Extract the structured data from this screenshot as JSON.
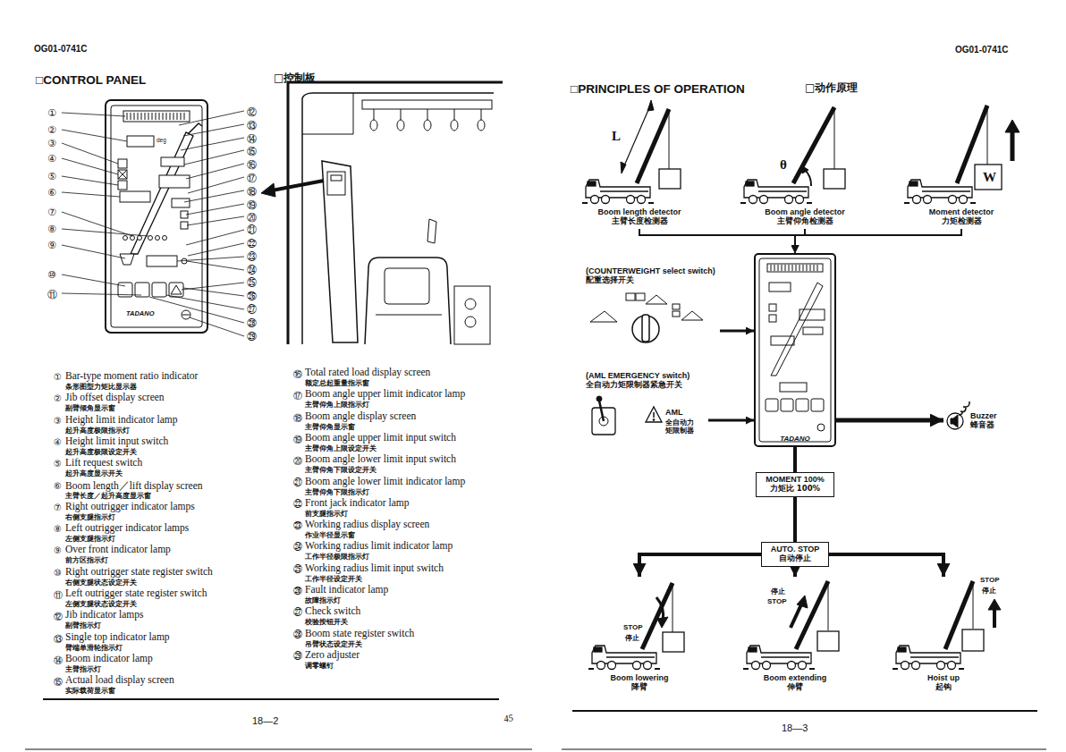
{
  "diagram": {
    "nodes": [
      {
        "text": [
          "Boom length detector",
          "主臂长度检测器"
        ]
      },
      {
        "text": [
          "Boom angle detector",
          "主臂仰角检测器"
        ]
      },
      {
        "text": [
          "Moment detector",
          "力矩检测器"
        ]
      },
      {
        "text": [
          "TADANO"
        ]
      },
      {
        "text": [
          "(COUNTERWEIGHT select switch)",
          "配重选择开关"
        ]
      },
      {
        "text": [
          "(AML EMERGENCY switch)",
          "全自动力矩限制器紧急开关"
        ]
      },
      {
        "text": [
          "Buzzer",
          "蜂音器"
        ]
      },
      {
        "text": [
          "MOMENT 100%",
          "力矩比 100%"
        ]
      },
      {
        "text": [
          "AUTO. STOP",
          "自动停止"
        ]
      },
      {
        "text": [
          "Boom lowering",
          "降臂"
        ]
      },
      {
        "text": [
          "Boom extending",
          "伸臂"
        ]
      },
      {
        "text": [
          "Hoist up",
          "起钩"
        ]
      }
    ],
    "edges": [
      {
        "from": 0,
        "to": 3,
        "arrow": "to"
      },
      {
        "from": 1,
        "to": 3,
        "arrow": "to"
      },
      {
        "from": 2,
        "to": 3,
        "arrow": "to"
      },
      {
        "from": 4,
        "to": 3,
        "arrow": "to"
      },
      {
        "from": 5,
        "to": 3,
        "arrow": "to"
      },
      {
        "from": 3,
        "to": 6,
        "arrow": "to"
      },
      {
        "from": 3,
        "to": 7,
        "arrow": "none"
      },
      {
        "from": 7,
        "to": 8,
        "arrow": "none"
      },
      {
        "from": 8,
        "to": 9,
        "arrow": "to"
      },
      {
        "from": 8,
        "to": 10,
        "arrow": "to"
      },
      {
        "from": 8,
        "to": 11,
        "arrow": "to"
      }
    ],
    "labels": [
      "OG01-0741C",
      "□CONTROL PANEL",
      "□控制板",
      "①",
      "②",
      "③",
      "④",
      "⑤",
      "⑥",
      "⑦",
      "⑧",
      "⑨",
      "⑩",
      "⑪",
      "⑫",
      "⑬",
      "⑭",
      "⑮",
      "⑯",
      "⑰",
      "⑱",
      "⑲",
      "⑳",
      "㉑",
      "㉒",
      "㉓",
      "㉔",
      "㉕",
      "㉖",
      "㉗",
      "㉘",
      "㉙",
      "①",
      "Bar-type moment ratio indicator",
      "条形图型力矩比显示器",
      "②",
      "Jib offset display screen",
      "副臂倾角显示窗",
      "③",
      "Height limit indicator lamp",
      "起升高度极限指示灯",
      "④",
      "Height limit input switch",
      "起升高度极限设定开关",
      "⑤",
      "Lift request switch",
      "起升高度显示开关",
      "⑥",
      "Boom length／lift display screen",
      "主臂长度／起升高度显示窗",
      "⑦",
      "Right outrigger indicator lamps",
      "右侧支腿指示灯",
      "⑧",
      "Left outrigger indicator lamps",
      "左侧支腿指示灯",
      "⑨",
      "Over front indicator lamp",
      "前方区指示灯",
      "⑩",
      "Right outrigger state register switch",
      "右侧支腿状态设定开关",
      "⑪",
      "Left outrigger state register switch",
      "左侧支腿状态设定开关",
      "⑫",
      "Jib indicator lamps",
      "副臂指示灯",
      "⑬",
      "Single top indicator lamp",
      "臂端单滑轮指示灯",
      "⑭",
      "Boom indicator lamp",
      "主臂指示灯",
      "⑮",
      "Actual load display screen",
      "实际载荷显示窗",
      "⑯",
      "Total rated load display screen",
      "额定总起重量指示窗",
      "⑰",
      "Boom angle upper limit indicator lamp",
      "主臂仰角上限指示灯",
      "⑱",
      "Boom angle display screen",
      "主臂仰角显示窗",
      "⑲",
      "Boom angle upper limit input switch",
      "主臂仰角上限设定开关",
      "⑳",
      "Boom angle lower limit input switch",
      "主臂仰角下限设定开关",
      "㉑",
      "Boom angle lower limit indicator lamp",
      "主臂仰角下限指示灯",
      "㉒",
      "Front jack indicator lamp",
      "前支腿指示灯",
      "㉓",
      "Working radius display screen",
      "作业半径显示窗",
      "㉔",
      "Working radius limit indicator lamp",
      "工作半径极限指示灯",
      "㉕",
      "Working radius limit input switch",
      "工作半径设定开关",
      "㉖",
      "Fault indicator lamp",
      "故障指示灯",
      "㉗",
      "Check switch",
      "校验按钮开关",
      "㉘",
      "Boom state register switch",
      "吊臂状态设定开关",
      "㉙",
      "Zero adjuster",
      "调零螺钉",
      "18—2",
      "45",
      "OG01-0741C",
      "□PRINCIPLES OF OPERATION",
      "□动作原理",
      "L",
      "θ",
      "W",
      "AML",
      "全自动力矩限制器",
      "STOP",
      "停止",
      "停止",
      "STOP",
      "STOP",
      "停止",
      "18—3",
      "TADANO",
      "deg"
    ]
  }
}
